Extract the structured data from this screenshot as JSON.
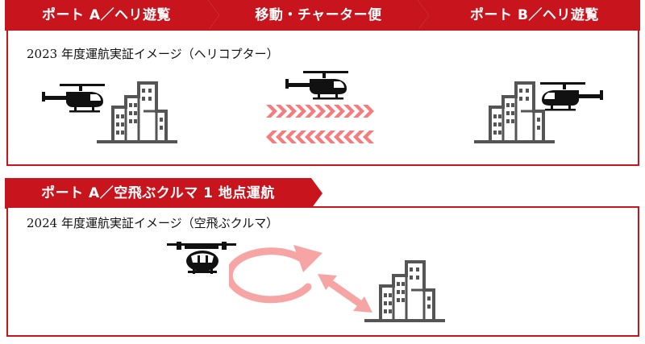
{
  "top_flow": {
    "step1": "ポート A／ヘリ遊覧",
    "step2": "移動・チャーター便",
    "step3": "ポート B／ヘリ遊覧"
  },
  "panel1": {
    "caption": "2023 年度運航実証イメージ（ヘリコプター）"
  },
  "panel2": {
    "header": "ポート A／空飛ぶクルマ 1 地点運航",
    "caption": "2024 年度運航実証イメージ（空飛ぶクルマ）"
  },
  "colors": {
    "accent": "#c8141c",
    "arrow_pink": "#f47c7c",
    "loop_pink": "#f7a4a4",
    "icon_gray": "#555555"
  },
  "icons": [
    "helicopter-icon",
    "building-icon",
    "evtol-icon",
    "chevron-arrow-icon",
    "loop-arrow-icon"
  ]
}
